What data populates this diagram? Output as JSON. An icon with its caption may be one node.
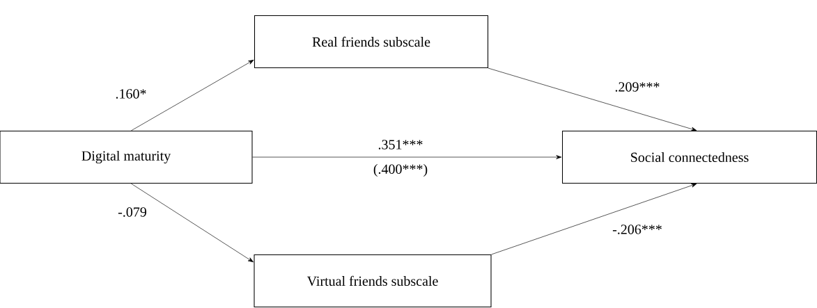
{
  "diagram": {
    "nodes": [
      {
        "text": [
          "Real friends subscale"
        ]
      },
      {
        "text": [
          "Digital maturity"
        ]
      },
      {
        "text": [
          "Social connectedness"
        ]
      },
      {
        "text": [
          "Virtual friends subscale"
        ]
      }
    ],
    "edges": [
      {
        "from": 1,
        "to": 0,
        "arrow": "to",
        "label": ".160*"
      },
      {
        "from": 0,
        "to": 2,
        "arrow": "to",
        "label": ".209***"
      },
      {
        "from": 1,
        "to": 2,
        "arrow": "to",
        "label": ".351***"
      },
      {
        "from": 1,
        "to": 3,
        "arrow": "to",
        "label": "-.079"
      },
      {
        "from": 3,
        "to": 2,
        "arrow": "to",
        "label": "-.206***"
      }
    ],
    "labels": [
      "(.400***)"
    ]
  }
}
